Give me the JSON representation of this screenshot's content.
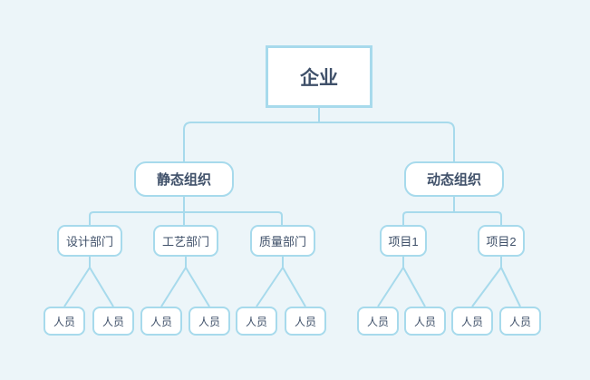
{
  "colors": {
    "background": "#ecf5f9",
    "line": "#a7daec",
    "node_fill": "#ffffff",
    "text": "#3f5069"
  },
  "diagram": {
    "root": {
      "label": "企业"
    },
    "organizations": [
      {
        "label": "静态组织",
        "children": [
          "设计部门",
          "工艺部门",
          "质量部门"
        ]
      },
      {
        "label": "动态组织",
        "children": [
          "项目1",
          "项目2"
        ]
      }
    ],
    "person_label": "人员"
  }
}
